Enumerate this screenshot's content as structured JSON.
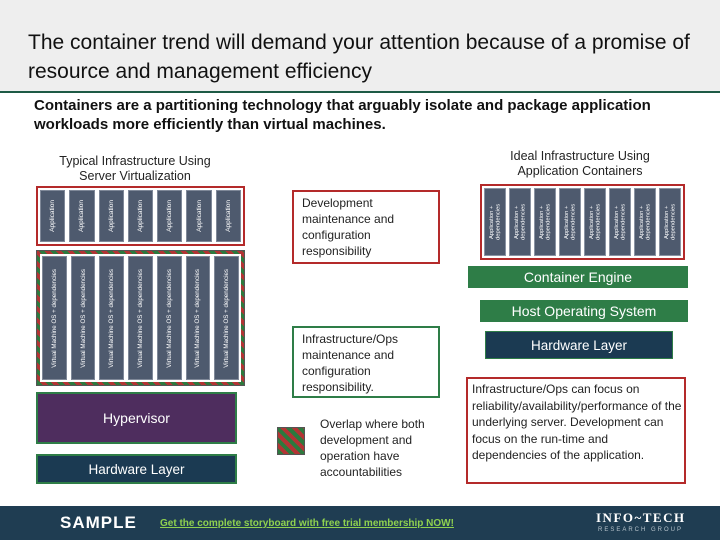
{
  "slide": {
    "title": "The container trend will demand your attention because of a promise of resource and management efficiency",
    "subtitle": "Containers are a partitioning technology that arguably isolate and package application workloads more efficiently than virtual machines."
  },
  "left_stack": {
    "heading": "Typical Infrastructure Using Server Virtualization",
    "app_labels": [
      "Application",
      "Application",
      "Application",
      "Application",
      "Application",
      "Application",
      "Application"
    ],
    "vm_labels": [
      "Virtual Machine OS + dependencies",
      "Virtual Machine OS + dependencies",
      "Virtual Machine OS + dependencies",
      "Virtual Machine OS + dependencies",
      "Virtual Machine OS + dependencies",
      "Virtual Machine OS + dependencies",
      "Virtual Machine OS + dependencies"
    ],
    "hypervisor": "Hypervisor",
    "hardware": "Hardware Layer"
  },
  "right_stack": {
    "heading": "Ideal Infrastructure Using Application Containers",
    "app_labels": [
      "Application + dependencies",
      "Application + dependencies",
      "Application + dependencies",
      "Application + dependencies",
      "Application + dependencies",
      "Application + dependencies",
      "Application + dependencies",
      "Application + dependencies"
    ],
    "container_engine": "Container Engine",
    "host_os": "Host Operating System",
    "hardware": "Hardware Layer",
    "summary": "Infrastructure/Ops can focus on reliability/availability/performance of the underlying server. Development can focus on the run-time and dependencies of the application."
  },
  "legend": {
    "development": "Development maintenance and configuration responsibility",
    "infrastructure": "Infrastructure/Ops maintenance and configuration responsibility.",
    "overlap": "Overlap where both development and operation have accountabilities"
  },
  "footer": {
    "sample": "SAMPLE",
    "cta": "Get the complete storyboard with free trial membership NOW!",
    "logo": "INFO~TECH",
    "logo_sub": "RESEARCH GROUP"
  },
  "colors": {
    "green": "#2e7d47",
    "red": "#b42a2a",
    "navy": "#1b3a52",
    "slate": "#4e5a6e"
  }
}
